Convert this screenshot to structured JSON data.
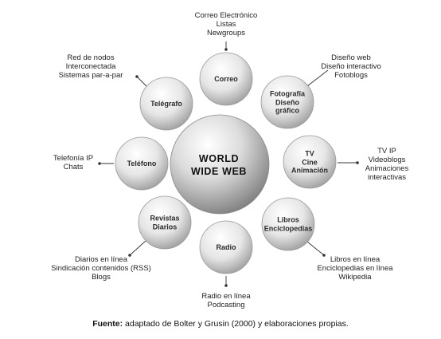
{
  "center": {
    "lines": [
      "WORLD",
      "WIDE WEB"
    ]
  },
  "nodes": [
    {
      "id": "correo",
      "label": [
        "Correo"
      ],
      "items": [
        "Correo Electrónico",
        "Listas",
        "Newgroups"
      ]
    },
    {
      "id": "fotografia",
      "label": [
        "Fotografía",
        "Diseño",
        "gráfico"
      ],
      "items": [
        "Diseño web",
        "Diseño interactivo",
        "Fotoblogs"
      ]
    },
    {
      "id": "tv",
      "label": [
        "TV",
        "Cine",
        "Animación"
      ],
      "items": [
        "TV IP",
        "Videoblogs",
        "Animaciones",
        "interactivas"
      ]
    },
    {
      "id": "libros",
      "label": [
        "Libros",
        "Enciclopedias"
      ],
      "items": [
        "Libros en línea",
        "Enciclopedias en línea",
        "Wikipedia"
      ]
    },
    {
      "id": "radio",
      "label": [
        "Radio"
      ],
      "items": [
        "Radio en línea",
        "Podcasting"
      ]
    },
    {
      "id": "revistas",
      "label": [
        "Revistas",
        "Diarios"
      ],
      "items": [
        "Diarios en línea",
        "Sindicación contenidos (RSS)",
        "Blogs"
      ]
    },
    {
      "id": "telefono",
      "label": [
        "Teléfono"
      ],
      "items": [
        "Telefonía IP",
        "Chats"
      ]
    },
    {
      "id": "telegrafo",
      "label": [
        "Telégrafo"
      ],
      "items": [
        "Red de nodos",
        "Interconectada",
        "Sistemas par-a-par"
      ]
    }
  ],
  "caption": {
    "bold": "Fuente:",
    "text": " adaptado de Bolter y Grusin (2000) y elaboraciones propias."
  }
}
